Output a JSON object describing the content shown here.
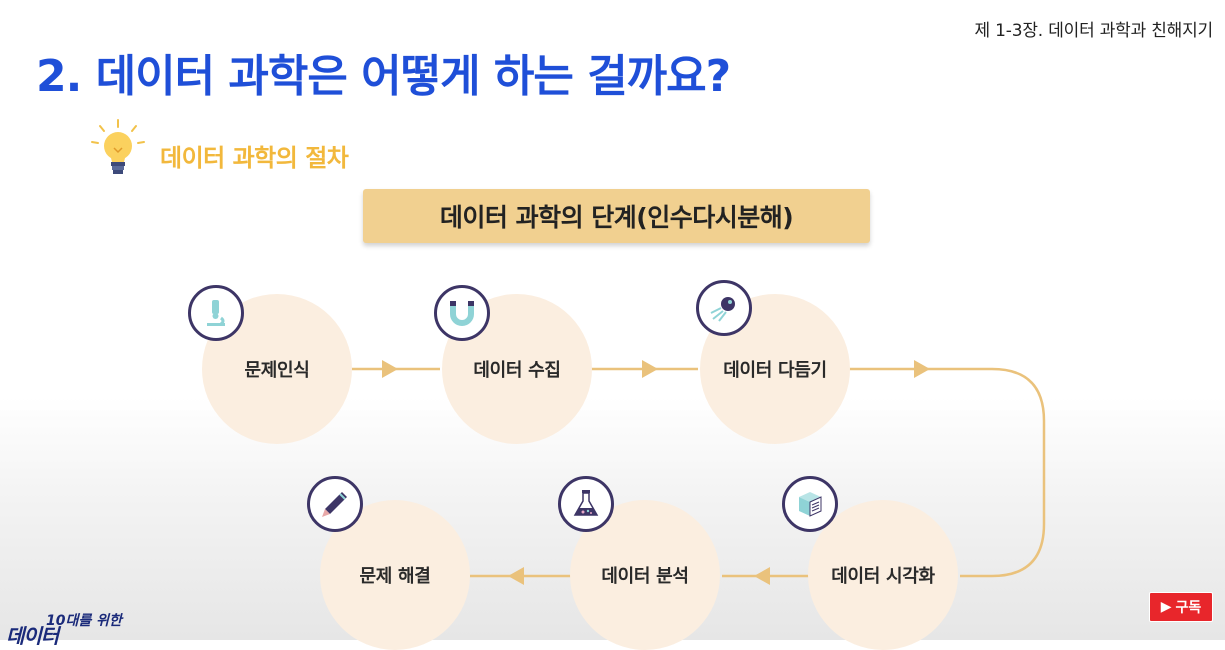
{
  "header": {
    "chapter": "제 1-3장. 데이터 과학과 친해지기",
    "title": "2. 데이터 과학은 어떻게 하는 걸까요?"
  },
  "section": {
    "subtitle": "데이터 과학의 절차",
    "banner": "데이터 과학의 단계(인수다시분해)"
  },
  "steps": [
    {
      "label": "문제인식",
      "icon": "microscope-icon"
    },
    {
      "label": "데이터 수집",
      "icon": "magnet-icon"
    },
    {
      "label": "데이터 다듬기",
      "icon": "satellite-icon"
    },
    {
      "label": "데이터 시각화",
      "icon": "cube-icon"
    },
    {
      "label": "데이터 분석",
      "icon": "flask-icon"
    },
    {
      "label": "문제 해결",
      "icon": "pencil-icon"
    }
  ],
  "subscribe": {
    "label": "구독",
    "glyph": "▶"
  },
  "logo": {
    "top": "10대를 위한",
    "bottom": "데이터"
  },
  "colors": {
    "title": "#1f4fd8",
    "subtitle": "#f2b83c",
    "banner": "#f1d090",
    "circle": "#fbeee0",
    "arrow": "#eac27c",
    "icon_ring": "#3d3566"
  }
}
